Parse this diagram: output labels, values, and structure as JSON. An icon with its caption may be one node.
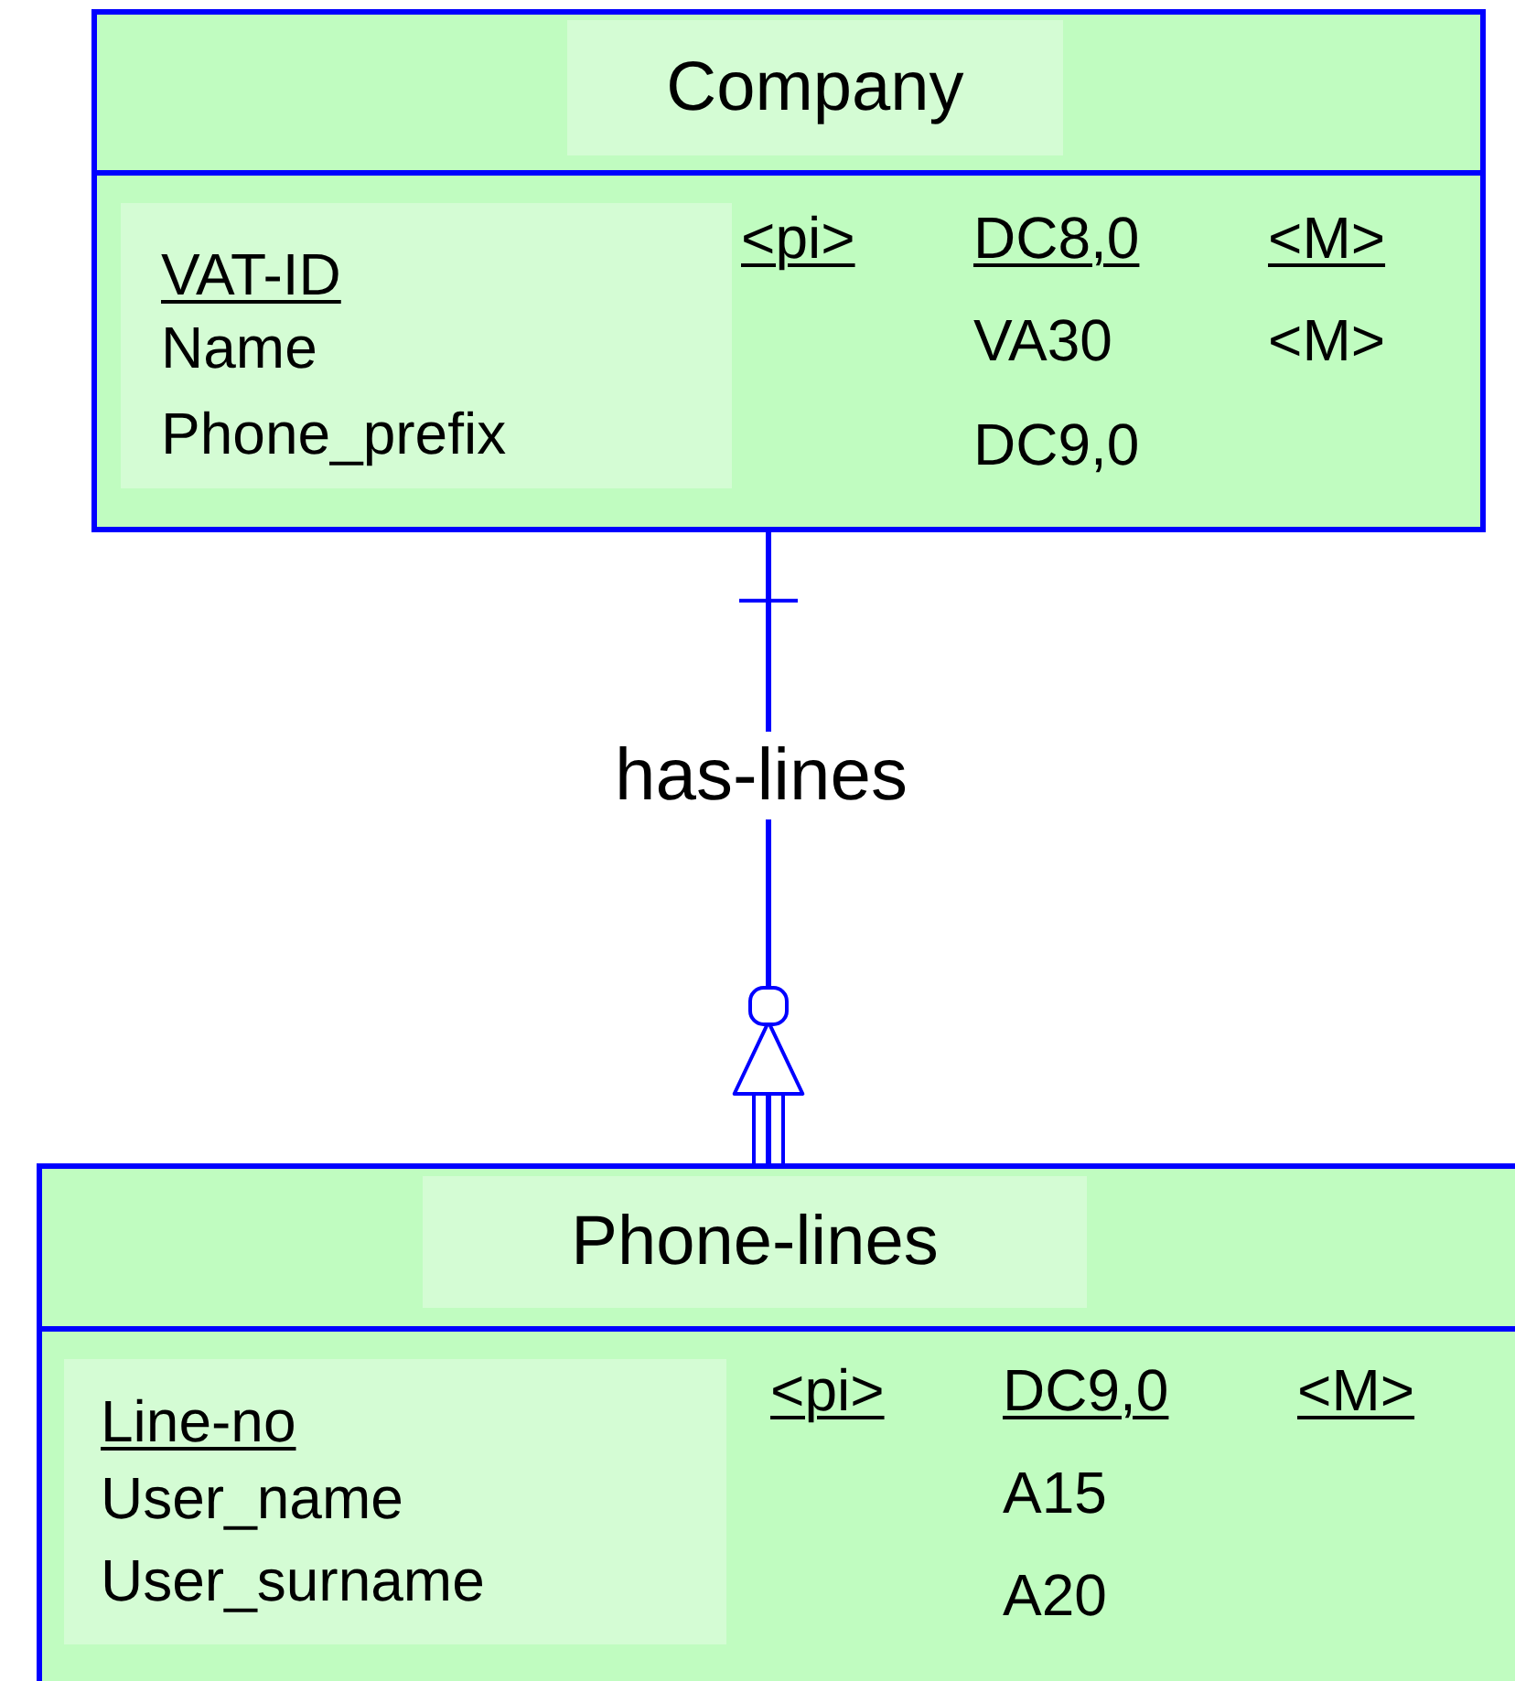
{
  "diagram": {
    "nodes": [
      {
        "text": [
          "Company",
          "VAT-ID",
          "<pi>",
          "DC8,0",
          "<M>",
          "Name",
          "VA30",
          "<M>",
          "Phone_prefix",
          "DC9,0"
        ]
      },
      {
        "text": [
          "Phone-lines",
          "Line-no",
          "<pi>",
          "DC9,0",
          "<M>",
          "User_name",
          "A15",
          "User_surname",
          "A20"
        ]
      }
    ],
    "edges": [
      {
        "from": 0,
        "to": 1,
        "arrow": "other",
        "label": "has-lines"
      }
    ]
  }
}
